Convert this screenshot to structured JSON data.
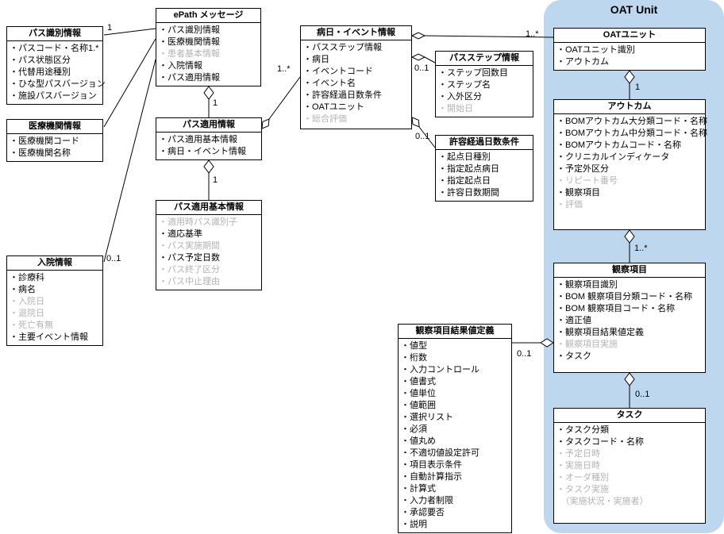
{
  "oat_container": {
    "title": "OAT Unit"
  },
  "colors": {
    "oat_bg": "#bdd7ee",
    "gray_item": "#b3b3b3",
    "line": "#000000"
  },
  "classes": {
    "path_id": {
      "title": "パス識別情報",
      "items": [
        {
          "t": "パスコード・名称1.*"
        },
        {
          "t": "パス状態区分"
        },
        {
          "t": "代替用途種別"
        },
        {
          "t": "ひな型パスバージョン"
        },
        {
          "t": "施設パスバージョン"
        }
      ]
    },
    "epath": {
      "title": "ePath メッセージ",
      "items": [
        {
          "t": "パス識別情報"
        },
        {
          "t": "医療機関情報"
        },
        {
          "t": "患者基本情報",
          "gray": true
        },
        {
          "t": "入院情報"
        },
        {
          "t": "パス適用情報"
        }
      ]
    },
    "event": {
      "title": "病日・イベント情報",
      "items": [
        {
          "t": "パスステップ情報"
        },
        {
          "t": "病日"
        },
        {
          "t": "イベントコード"
        },
        {
          "t": "イベント名"
        },
        {
          "t": "許容経過日数条件"
        },
        {
          "t": "OATユニット"
        },
        {
          "t": "総合評価",
          "gray": true
        }
      ]
    },
    "step": {
      "title": "パスステップ情報",
      "items": [
        {
          "t": "ステップ回数目"
        },
        {
          "t": "ステップ名"
        },
        {
          "t": "入外区分"
        },
        {
          "t": "開始日",
          "gray": true
        }
      ]
    },
    "oat": {
      "title": "OATユニット",
      "items": [
        {
          "t": "OATユニット識別"
        },
        {
          "t": "アウトカム"
        }
      ]
    },
    "hospital": {
      "title": "医療機関情報",
      "items": [
        {
          "t": "医療機関コード"
        },
        {
          "t": "医療機関名称"
        }
      ]
    },
    "apply": {
      "title": "パス適用情報",
      "items": [
        {
          "t": "パス適用基本情報"
        },
        {
          "t": "病日・イベント情報"
        }
      ]
    },
    "outcome": {
      "title": "アウトカム",
      "items": [
        {
          "t": "BOMアウトカム大分類コード・名称"
        },
        {
          "t": "BOMアウトカム中分類コード・名称"
        },
        {
          "t": "BOMアウトカムコード・名称"
        },
        {
          "t": "クリニカルインディケータ"
        },
        {
          "t": "予定外区分"
        },
        {
          "t": "リピート番号",
          "gray": true
        },
        {
          "t": "観察項目"
        },
        {
          "t": "評価",
          "gray": true
        }
      ]
    },
    "days": {
      "title": "許容経過日数条件",
      "items": [
        {
          "t": "起点日種別"
        },
        {
          "t": "指定起点病日"
        },
        {
          "t": "指定起点日"
        },
        {
          "t": "許容日数期間"
        }
      ]
    },
    "apply_basic": {
      "title": "パス適用基本情報",
      "items": [
        {
          "t": "適用時パス識別子",
          "gray": true
        },
        {
          "t": "適応基準"
        },
        {
          "t": "パス実施期間",
          "gray": true
        },
        {
          "t": "パス予定日数"
        },
        {
          "t": "パス終了区分",
          "gray": true
        },
        {
          "t": "パス中止理由",
          "gray": true
        }
      ]
    },
    "admission": {
      "title": "入院情報",
      "items": [
        {
          "t": "診療科"
        },
        {
          "t": "病名"
        },
        {
          "t": "入院日",
          "gray": true
        },
        {
          "t": "退院日",
          "gray": true
        },
        {
          "t": "死亡有無",
          "gray": true
        },
        {
          "t": "主要イベント情報"
        }
      ]
    },
    "observation": {
      "title": "観察項目",
      "items": [
        {
          "t": "観察項目識別"
        },
        {
          "t": "BOM 観察項目分類コード・名称"
        },
        {
          "t": "BOM 観察項目コード・名称"
        },
        {
          "t": "適正値"
        },
        {
          "t": "観察項目結果値定義"
        },
        {
          "t": "観察項目実施",
          "gray": true
        },
        {
          "t": "タスク"
        }
      ]
    },
    "result_def": {
      "title": "観察項目結果値定義",
      "items": [
        {
          "t": "値型"
        },
        {
          "t": "桁数"
        },
        {
          "t": "入力コントロール"
        },
        {
          "t": "値書式"
        },
        {
          "t": "値単位"
        },
        {
          "t": "値範囲"
        },
        {
          "t": "選択リスト"
        },
        {
          "t": "必須"
        },
        {
          "t": "値丸め"
        },
        {
          "t": "不適切値設定許可"
        },
        {
          "t": "項目表示条件"
        },
        {
          "t": "自動計算指示"
        },
        {
          "t": "計算式"
        },
        {
          "t": "入力者制限"
        },
        {
          "t": "承認要否"
        },
        {
          "t": "説明"
        }
      ]
    },
    "task": {
      "title": "タスク",
      "items": [
        {
          "t": "タスク分類"
        },
        {
          "t": "タスクコード・名称"
        },
        {
          "t": "予定日時",
          "gray": true
        },
        {
          "t": "実施日時",
          "gray": true
        },
        {
          "t": "オーダ種別",
          "gray": true
        },
        {
          "t": "タスク実施",
          "gray": true
        },
        {
          "t": "（実施状況・実施者）",
          "gray": true,
          "nb": true
        }
      ]
    }
  },
  "multiplicities": {
    "epath_pathid": "1",
    "inpatient_epath": "0..1",
    "epath_apply": "1",
    "apply_basic_m": "1",
    "apply_event": "1..*",
    "event_step": "0..1",
    "event_days": "0..1",
    "event_oat": "1..*",
    "oat_outcome": "1",
    "outcome_obs": "1..*",
    "obs_def": "0..1",
    "obs_task": "0..1"
  }
}
